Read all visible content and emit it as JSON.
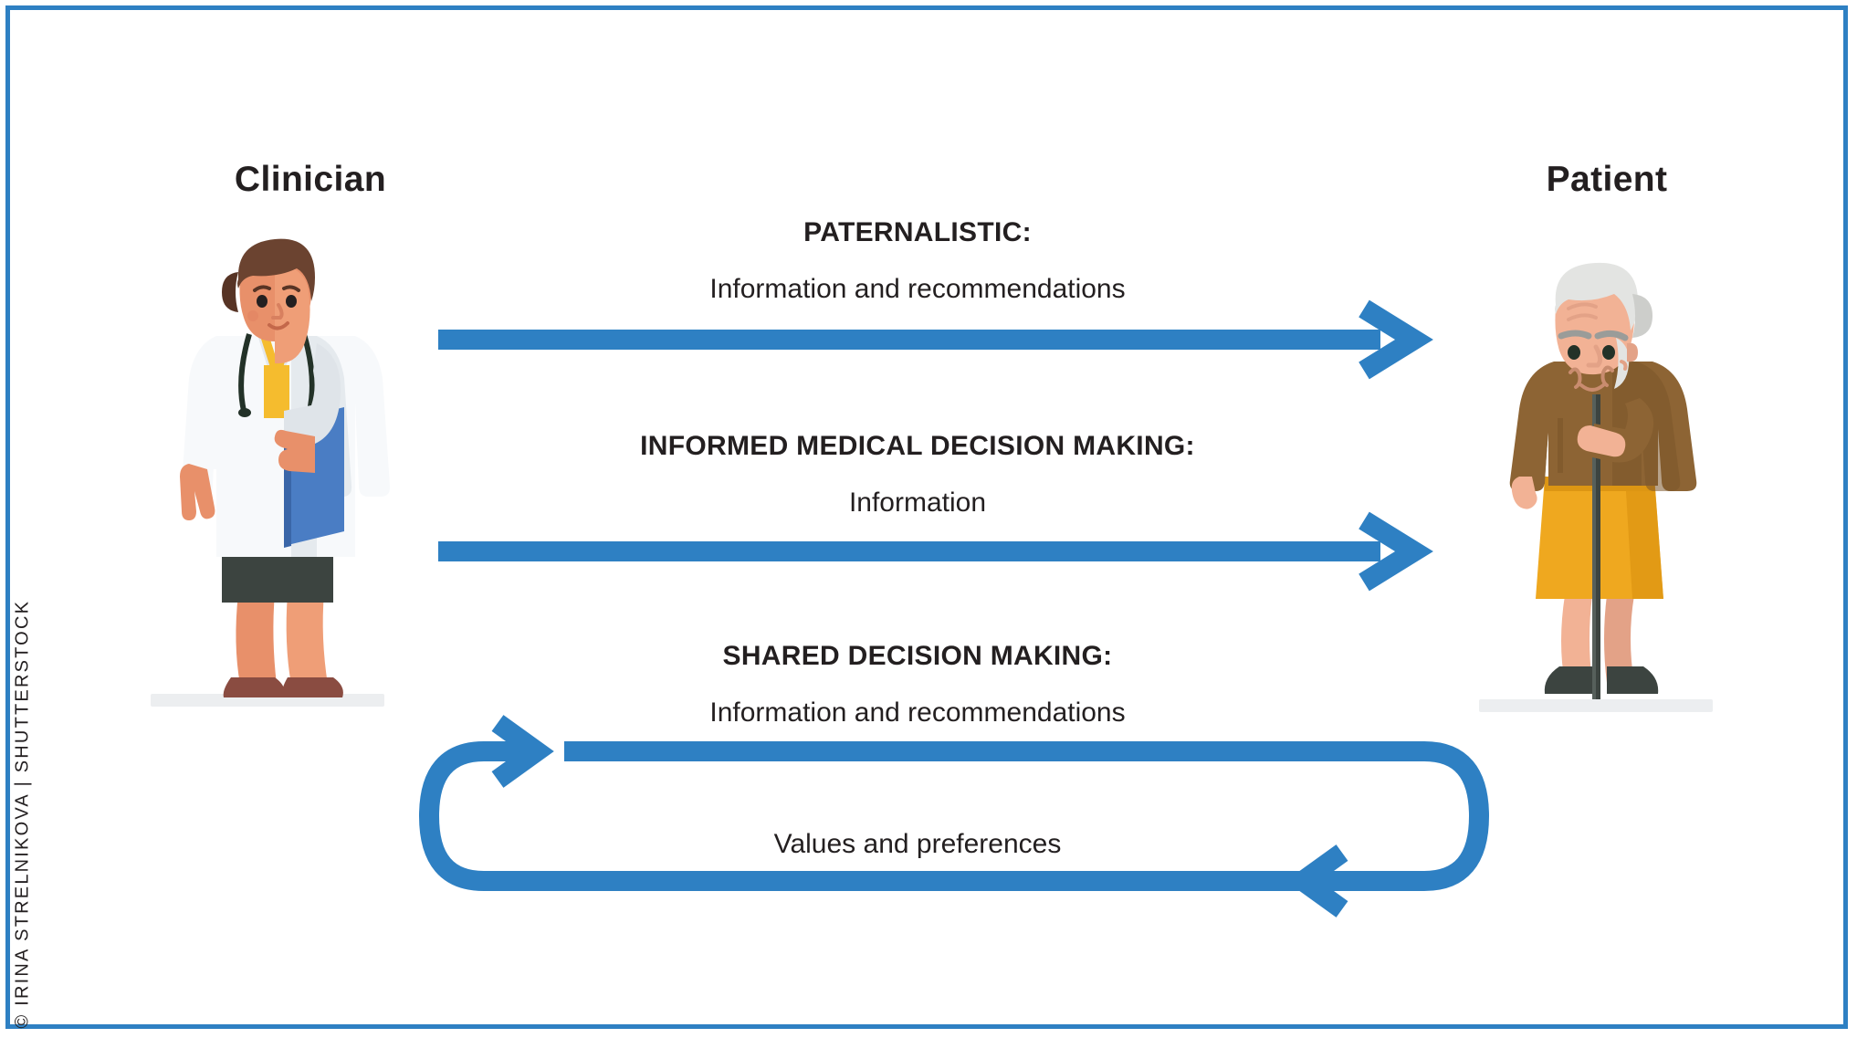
{
  "meta": {
    "credit": "© IRINA STRELNIKOVA | SHUTTERSTOCK",
    "accent_color": "#2E80C3",
    "text_color": "#231f20",
    "background": "#ffffff"
  },
  "columns": {
    "left_label": "Clinician",
    "right_label": "Patient"
  },
  "flows": [
    {
      "id": "paternalistic",
      "heading": "PATERNALISTIC:",
      "subtitle": "Information and recommendations",
      "direction": "clinician-to-patient",
      "arrow": "single-right"
    },
    {
      "id": "informed-medical-decision-making",
      "heading": "INFORMED MEDICAL DECISION MAKING:",
      "subtitle": "Information",
      "direction": "clinician-to-patient",
      "arrow": "single-right"
    },
    {
      "id": "shared-decision-making",
      "heading": "SHARED DECISION MAKING:",
      "subtitle": "Information and recommendations",
      "subtitle_return": "Values and preferences",
      "direction": "bidirectional-loop",
      "arrow": "loop-both"
    }
  ],
  "figures": {
    "clinician": {
      "name": "clinician-illustration",
      "description": "Female clinician with brown hair bun, white lab coat, yellow shirt, stethoscope, blue clipboard, dark skirt, brown shoes",
      "colors": {
        "skin": "#e8906a",
        "skin_light": "#ef9e77",
        "hair": "#6b4330",
        "hair_dark": "#573425",
        "coat": "#f7f9fb",
        "coat_shade": "#dfe4e9",
        "shirt": "#f5bc2e",
        "stethoscope": "#233228",
        "clipboard": "#4a7dc4",
        "clipboard_dark": "#3a66a8",
        "skirt": "#3c4440",
        "shoes": "#8a4c41",
        "ground": "#eceef0"
      }
    },
    "patient": {
      "name": "patient-illustration",
      "description": "Elderly woman with white hair bun, brown sweater, orange skirt, walking cane, dark shoes",
      "colors": {
        "skin": "#f2b295",
        "skin_shade": "#e3a287",
        "hair": "#e3e4e2",
        "hair_shade": "#cdcecb",
        "brow": "#9a9c99",
        "sweater": "#8d6434",
        "sweater_dark": "#7b5529",
        "skirt": "#efa81f",
        "skirt_dark": "#dd9613",
        "cane": "#3c4440",
        "shoes": "#3c4440",
        "ground": "#eceef0"
      }
    }
  }
}
